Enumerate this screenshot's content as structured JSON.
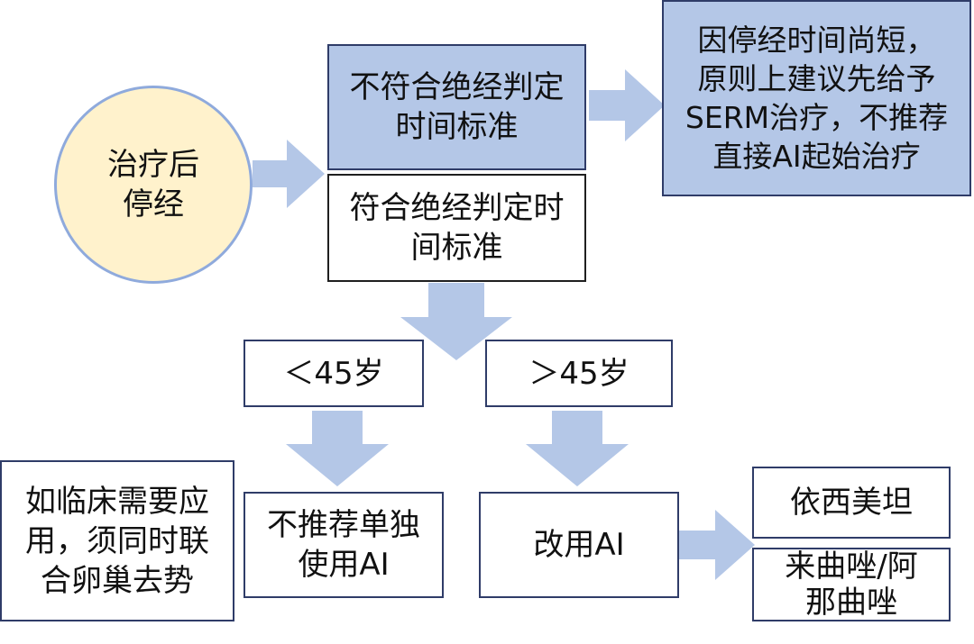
{
  "diagram": {
    "colors": {
      "arrow": "#b4c7e7",
      "highlight_box": "#b4c7e7",
      "start_circle": "#fff2cc",
      "border": "#2f3c68"
    },
    "nodes": {
      "start": {
        "lines": [
          "治疗后",
          "停经"
        ]
      },
      "not_meet": {
        "lines": [
          "不符合绝经判定",
          "时间标准"
        ]
      },
      "recommendation": {
        "lines": [
          "因停经时间尚短，",
          "原则上建议先给予",
          "SERM治疗，不推荐",
          "直接AI起始治疗"
        ]
      },
      "meet": {
        "lines": [
          "符合绝经判定时",
          "间标准"
        ]
      },
      "under_45": {
        "lines": [
          "＜45岁"
        ]
      },
      "over_45": {
        "lines": [
          "＞45岁"
        ]
      },
      "ovarian": {
        "lines": [
          "如临床需要应",
          "用，须同时联",
          "合卵巢去势"
        ]
      },
      "no_ai_alone": {
        "lines": [
          "不推荐单独",
          "使用AI"
        ]
      },
      "switch_ai": {
        "lines": [
          "改用AI"
        ]
      },
      "exemestane": {
        "lines": [
          "依西美坦"
        ]
      },
      "letrozole": {
        "lines": [
          "来曲唑/阿",
          "那曲唑"
        ]
      }
    }
  }
}
